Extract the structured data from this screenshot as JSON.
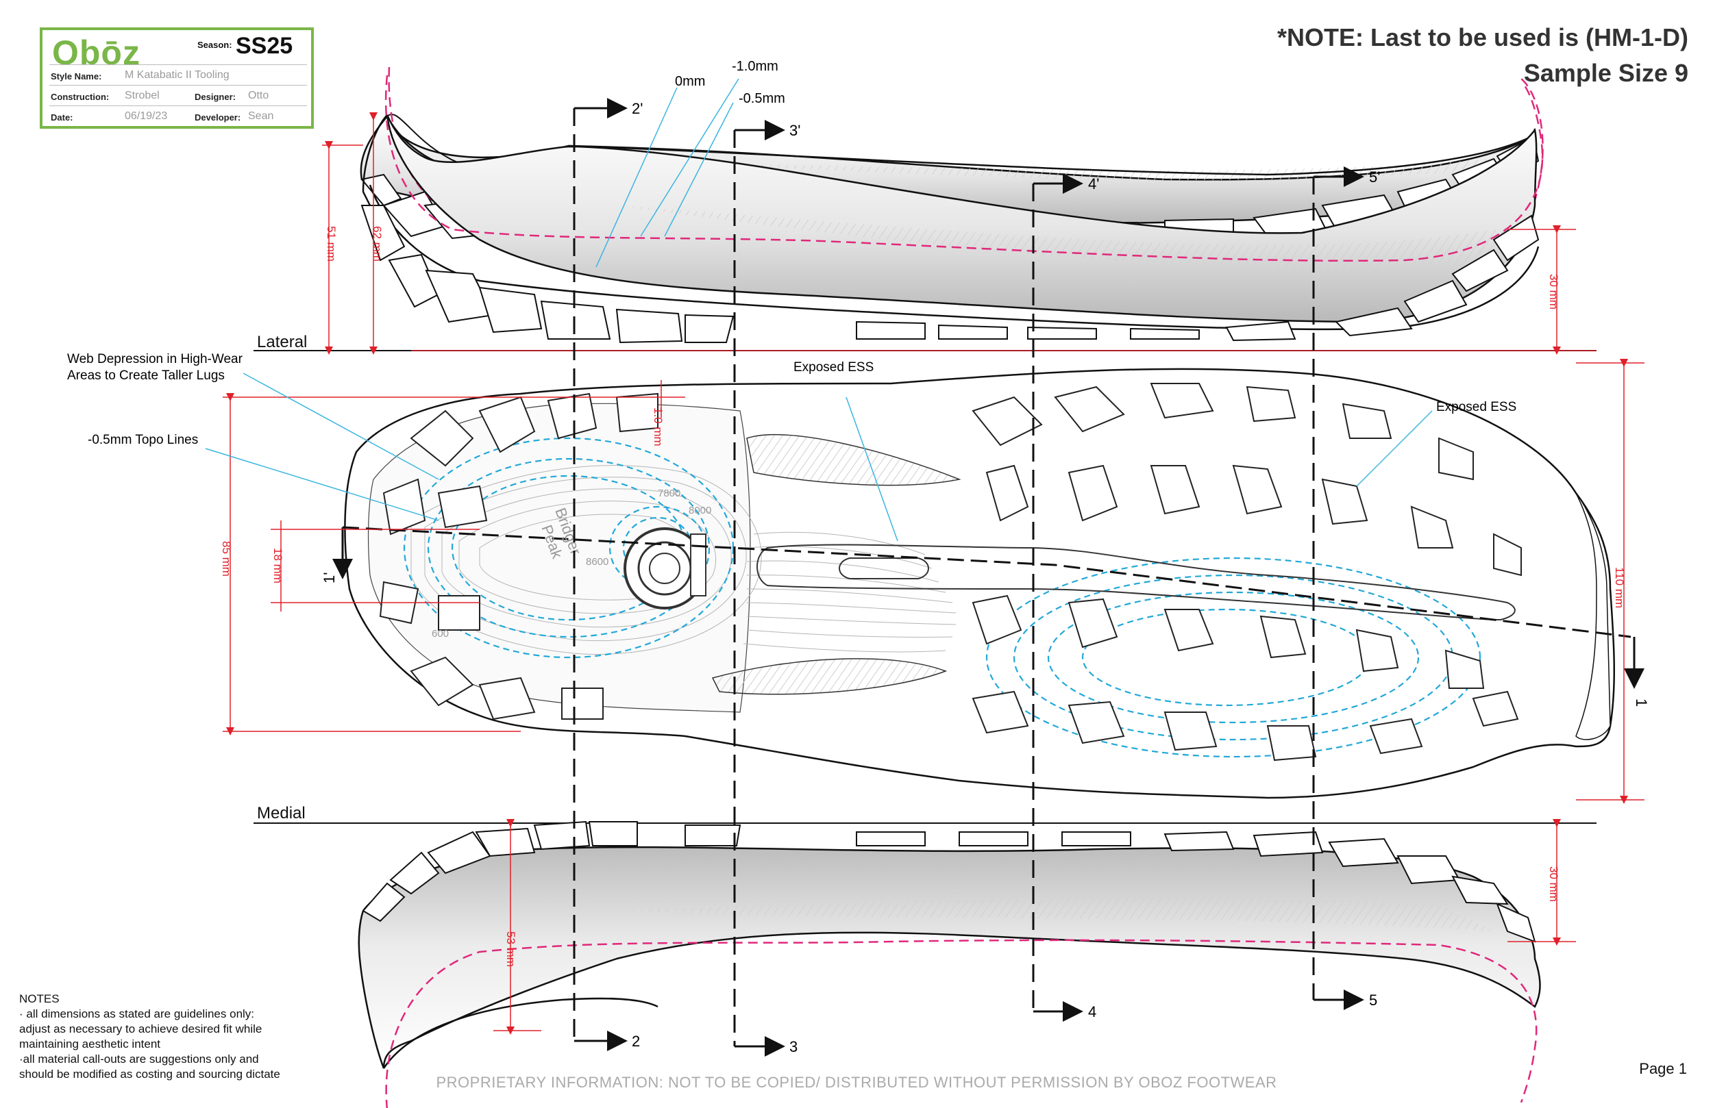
{
  "title_block": {
    "brand": "Obōz",
    "season_label": "Season:",
    "season": "SS25",
    "style_name_label": "Style Name:",
    "style_name": "M Katabatic II Tooling",
    "construction_label": "Construction:",
    "construction": "Strobel",
    "designer_label": "Designer:",
    "designer": "Otto",
    "date_label": "Date:",
    "date": "06/19/23",
    "developer_label": "Developer:",
    "developer": "Sean"
  },
  "note": {
    "line1": "*NOTE: Last to be used is  (HM-1-D)",
    "line2": "Sample Size 9"
  },
  "views": {
    "lateral_label": "Lateral",
    "medial_label": "Medial"
  },
  "callouts": {
    "zero": "0mm",
    "minus_one": "-1.0mm",
    "minus_half": "-0.5mm",
    "web_depression_1": "Web Depression in High-Wear",
    "web_depression_2": "Areas to Create Taller Lugs",
    "topo_lines": "-0.5mm Topo Lines",
    "exposed_ess_1": "Exposed ESS",
    "exposed_ess_2": "Exposed ESS"
  },
  "dimensions": {
    "lat_heel_51": "51 mm",
    "lat_heel_62": "62 mm",
    "lat_toe_30": "30 mm",
    "bottom_85": "85 mm",
    "bottom_18": "18 mm",
    "bottom_110": "110 mm",
    "bottom_1mm": "1.0 mm",
    "med_53": "53 mm",
    "med_toe_30": "30 mm"
  },
  "sections": {
    "s1": "1",
    "s1p": "1'",
    "s2": "2",
    "s2p": "2'",
    "s3": "3",
    "s3p": "3'",
    "s4": "4",
    "s4p": "4'",
    "s5": "5",
    "s5p": "5'"
  },
  "topo_labels": {
    "bridger": "Bridger",
    "peak": "Peak",
    "e7800": "7800",
    "e8000": "8000",
    "e8600": "8600",
    "e600": "600"
  },
  "notes": {
    "heading": "NOTES",
    "n1": "· all dimensions as stated are guidelines only:",
    "n2": "adjust as necessary to achieve desired fit while",
    "n3": "maintaining aesthetic intent",
    "n4": "·all material call-outs are suggestions only and",
    "n5": "should be modified as costing and sourcing dictate"
  },
  "footer": "PROPRIETARY INFORMATION: NOT TO BE COPIED/ DISTRIBUTED WITHOUT PERMISSION BY OBOZ FOOTWEAR",
  "page": "Page 1",
  "colors": {
    "accent_green": "#7ab648",
    "dimension_red": "#e0202a",
    "last_magenta": "#e0287a",
    "topo_cyan": "#22a8d8",
    "callout_cyan": "#3bb6e0"
  }
}
